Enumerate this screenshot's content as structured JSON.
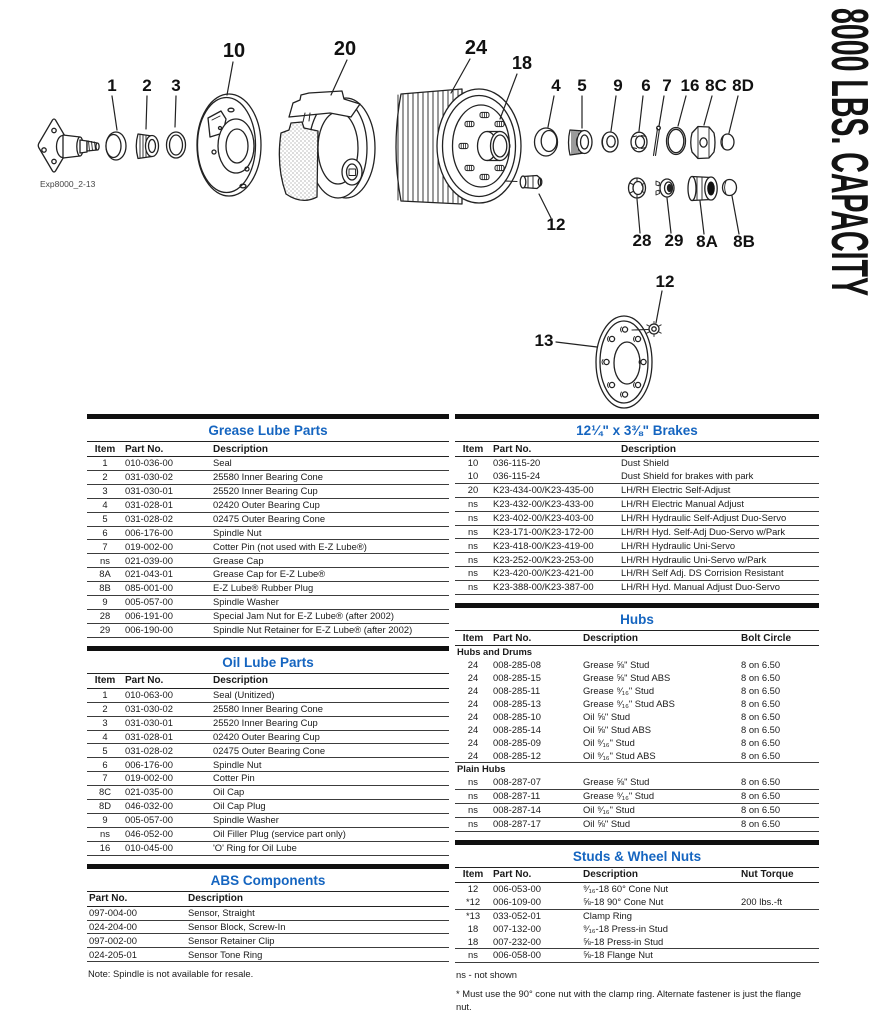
{
  "banner": {
    "text": "8000 LBS. CAPACITY"
  },
  "diagram": {
    "figure_code": "Exp8000_2-13",
    "callouts": {
      "n1": "1",
      "n2": "2",
      "n3": "3",
      "n10": "10",
      "n20": "20",
      "n24": "24",
      "n18": "18",
      "n4": "4",
      "n5": "5",
      "n9": "9",
      "n6": "6",
      "n7": "7",
      "n16": "16",
      "n8c": "8C",
      "n8d": "8D",
      "n12a": "12",
      "n28": "28",
      "n29": "29",
      "n8a": "8A",
      "n8b": "8B",
      "n12b": "12",
      "n13": "13"
    }
  },
  "colors": {
    "title_blue": "#1565c0",
    "ink": "#1a1a1a"
  },
  "tables": {
    "grease": {
      "title": "Grease Lube Parts",
      "columns": [
        "Item",
        "Part No.",
        "Description"
      ],
      "rows": [
        {
          "item": "1",
          "part": "010-036-00",
          "desc": "Seal"
        },
        {
          "item": "2",
          "part": "031-030-02",
          "desc": "25580 Inner Bearing Cone"
        },
        {
          "item": "3",
          "part": "031-030-01",
          "desc": "25520 Inner Bearing Cup"
        },
        {
          "item": "4",
          "part": "031-028-01",
          "desc": "02420 Outer Bearing Cup"
        },
        {
          "item": "5",
          "part": "031-028-02",
          "desc": "02475 Outer Bearing Cone"
        },
        {
          "item": "6",
          "part": "006-176-00",
          "desc": "Spindle Nut"
        },
        {
          "item": "7",
          "part": "019-002-00",
          "desc": "Cotter Pin (not used with E-Z Lube®)"
        },
        {
          "item": "ns",
          "part": "021-039-00",
          "desc": "Grease Cap"
        },
        {
          "item": "8A",
          "part": "021-043-01",
          "desc": "Grease Cap for E-Z Lube®"
        },
        {
          "item": "8B",
          "part": "085-001-00",
          "desc": "E-Z Lube® Rubber Plug"
        },
        {
          "item": "9",
          "part": "005-057-00",
          "desc": "Spindle Washer"
        },
        {
          "item": "28",
          "part": "006-191-00",
          "desc": "Special Jam Nut for E-Z Lube® (after 2002)"
        },
        {
          "item": "29",
          "part": "006-190-00",
          "desc": "Spindle Nut Retainer for E-Z Lube® (after 2002)"
        }
      ]
    },
    "oil": {
      "title": "Oil Lube Parts",
      "columns": [
        "Item",
        "Part No.",
        "Description"
      ],
      "rows": [
        {
          "item": "1",
          "part": "010-063-00",
          "desc": "Seal (Unitized)"
        },
        {
          "item": "2",
          "part": "031-030-02",
          "desc": "25580 Inner Bearing Cone"
        },
        {
          "item": "3",
          "part": "031-030-01",
          "desc": "25520 Inner Bearing Cup"
        },
        {
          "item": "4",
          "part": "031-028-01",
          "desc": "02420 Outer Bearing Cup"
        },
        {
          "item": "5",
          "part": "031-028-02",
          "desc": "02475 Outer Bearing Cone"
        },
        {
          "item": "6",
          "part": "006-176-00",
          "desc": "Spindle Nut"
        },
        {
          "item": "7",
          "part": "019-002-00",
          "desc": "Cotter Pin"
        },
        {
          "item": "8C",
          "part": "021-035-00",
          "desc": "Oil Cap"
        },
        {
          "item": "8D",
          "part": "046-032-00",
          "desc": "Oil Cap Plug"
        },
        {
          "item": "9",
          "part": "005-057-00",
          "desc": "Spindle Washer"
        },
        {
          "item": "ns",
          "part": "046-052-00",
          "desc": "Oil Filler Plug (service part only)"
        },
        {
          "item": "16",
          "part": "010-045-00",
          "desc": "'O' Ring for Oil Lube"
        }
      ]
    },
    "abs": {
      "title": "ABS Components",
      "columns": [
        "Part No.",
        "Description"
      ],
      "rows": [
        {
          "part": "097-004-00",
          "desc": "Sensor, Straight"
        },
        {
          "part": "024-204-00",
          "desc": "Sensor Block, Screw-In"
        },
        {
          "part": "097-002-00",
          "desc": "Sensor Retainer Clip"
        },
        {
          "part": "024-205-01",
          "desc": "Sensor Tone Ring"
        }
      ],
      "note": "Note: Spindle is not available for resale."
    },
    "brakes": {
      "title": "12¼\" x 3⅜\" Brakes",
      "columns": [
        "Item",
        "Part No.",
        "Description"
      ],
      "rows": [
        {
          "item": "10",
          "part": "036-115-20",
          "desc": "Dust Shield",
          "nosep": true
        },
        {
          "item": "10",
          "part": "036-115-24",
          "desc": "Dust Shield for brakes with park"
        },
        {
          "item": "20",
          "part": "K23-434-00/K23-435-00",
          "desc": "LH/RH Electric Self-Adjust"
        },
        {
          "item": "ns",
          "part": "K23-432-00/K23-433-00",
          "desc": "LH/RH Electric Manual Adjust"
        },
        {
          "item": "ns",
          "part": "K23-402-00/K23-403-00",
          "desc": "LH/RH Hydraulic Self-Adjust Duo-Servo"
        },
        {
          "item": "ns",
          "part": "K23-171-00/K23-172-00",
          "desc": "LH/RH Hyd. Self-Adj Duo-Servo w/Park"
        },
        {
          "item": "ns",
          "part": "K23-418-00/K23-419-00",
          "desc": "LH/RH Hydraulic Uni-Servo"
        },
        {
          "item": "ns",
          "part": "K23-252-00/K23-253-00",
          "desc": "LH/RH Hydraulic Uni-Servo w/Park"
        },
        {
          "item": "ns",
          "part": "K23-420-00/K23-421-00",
          "desc": "LH/RH Self Adj. DS Corrision Resistant"
        },
        {
          "item": "ns",
          "part": "K23-388-00/K23-387-00",
          "desc": "LH/RH Hyd. Manual Adjust Duo-Servo"
        }
      ]
    },
    "hubs": {
      "title": "Hubs",
      "columns": [
        "Item",
        "Part No.",
        "Description",
        "Bolt Circle"
      ],
      "sections": [
        {
          "label": "Hubs and Drums",
          "rows": [
            {
              "item": "24",
              "part": "008-285-08",
              "desc": "Grease ⅝\" Stud",
              "bolt": "8 on 6.50",
              "nosep": true
            },
            {
              "item": "24",
              "part": "008-285-15",
              "desc": "Grease ⅝\" Stud ABS",
              "bolt": "8 on 6.50",
              "nosep": true
            },
            {
              "item": "24",
              "part": "008-285-11",
              "desc": "Grease ⁹⁄₁₆\" Stud",
              "bolt": "8 on 6.50",
              "nosep": true
            },
            {
              "item": "24",
              "part": "008-285-13",
              "desc": "Grease ⁹⁄₁₆\" Stud ABS",
              "bolt": "8 on 6.50",
              "nosep": true
            },
            {
              "item": "24",
              "part": "008-285-10",
              "desc": "Oil ⅝\" Stud",
              "bolt": "8 on 6.50",
              "nosep": true
            },
            {
              "item": "24",
              "part": "008-285-14",
              "desc": "Oil ⅝\" Stud ABS",
              "bolt": "8 on 6.50",
              "nosep": true
            },
            {
              "item": "24",
              "part": "008-285-09",
              "desc": "Oil ⁹⁄₁₆\" Stud",
              "bolt": "8 on 6.50",
              "nosep": true
            },
            {
              "item": "24",
              "part": "008-285-12",
              "desc": "Oil ⁹⁄₁₆\" Stud ABS",
              "bolt": "8 on 6.50"
            }
          ]
        },
        {
          "label": "Plain Hubs",
          "rows": [
            {
              "item": "ns",
              "part": "008-287-07",
              "desc": "Grease ⅝\" Stud",
              "bolt": "8 on 6.50"
            },
            {
              "item": "ns",
              "part": "008-287-11",
              "desc": "Grease ⁹⁄₁₆\" Stud",
              "bolt": "8 on 6.50"
            },
            {
              "item": "ns",
              "part": "008-287-14",
              "desc": "Oil ⁹⁄₁₆\" Stud",
              "bolt": "8 on 6.50"
            },
            {
              "item": "ns",
              "part": "008-287-17",
              "desc": "Oil ⅝\" Stud",
              "bolt": "8 on 6.50"
            }
          ]
        }
      ]
    },
    "studs": {
      "title": "Studs & Wheel Nuts",
      "columns": [
        "Item",
        "Part No.",
        "Description",
        "Nut Torque"
      ],
      "rows": [
        {
          "item": "12",
          "part": "006-053-00",
          "desc": "⁹⁄₁₆-18 60° Cone Nut",
          "torque": "",
          "nosep": true
        },
        {
          "item": "*12",
          "part": "006-109-00",
          "desc": "⅝-18 90° Cone Nut",
          "torque": "200 lbs.-ft"
        },
        {
          "item": "*13",
          "part": "033-052-01",
          "desc": "Clamp Ring",
          "torque": "",
          "nosep": true
        },
        {
          "item": "18",
          "part": "007-132-00",
          "desc": "⁹⁄₁₆-18 Press-in Stud",
          "torque": "",
          "nosep": true
        },
        {
          "item": "18",
          "part": "007-232-00",
          "desc": "⅝-18 Press-in Stud",
          "torque": ""
        },
        {
          "item": "ns",
          "part": "006-058-00",
          "desc": "⅝-18 Flange Nut",
          "torque": ""
        }
      ],
      "note1": "ns - not shown",
      "note2": "* Must use the 90° cone nut with the clamp ring. Alternate fastener is just the flange nut."
    }
  }
}
